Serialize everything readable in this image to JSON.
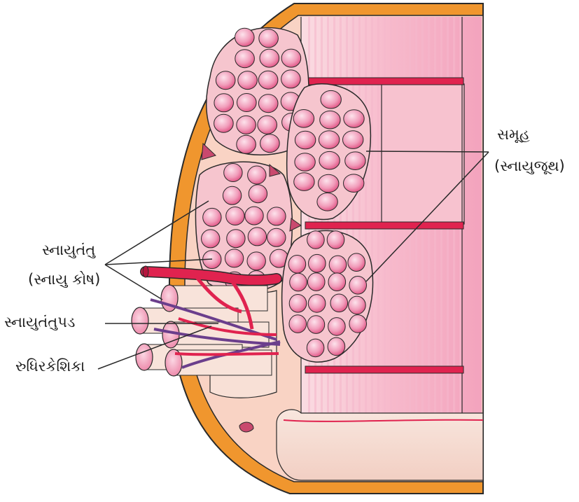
{
  "labels": {
    "muscle_fiber": "સ્નાયુતંતુ",
    "muscle_cell": "(સ્નાયુ કોષ)",
    "myofibril": "સ્નાયુતંતુપડ",
    "capillary": "રુધિરકેશિકા",
    "group": "સમૂહ",
    "fascicle": "(સ્નાયુજૂથ)"
  },
  "colors": {
    "outer_sheath": "#F0962E",
    "sheath_stroke": "#2a2a2a",
    "connective_tissue": "#F9D3C4",
    "fascicle_fill": "#F6C5CE",
    "fiber_light": "#FBD5E0",
    "fiber_dark": "#E0457A",
    "blood_vessel": "#E0234F",
    "vein": "#6B3E8C",
    "wall_stripe": "#F4A9C0"
  }
}
